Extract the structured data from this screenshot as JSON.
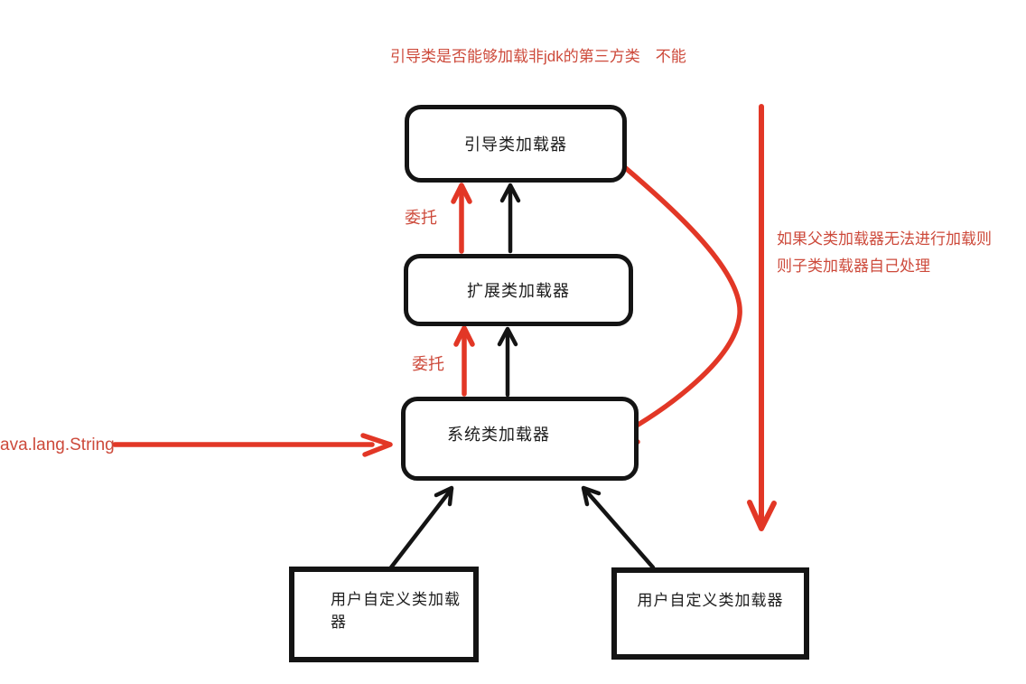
{
  "title_note": {
    "question": "引导类是否能够加载非jdk的第三方类",
    "answer": "不能"
  },
  "boxes": {
    "bootstrap": {
      "label": "引导类加载器"
    },
    "extension": {
      "label": "扩展类加载器"
    },
    "system": {
      "label": "系统类加载器"
    },
    "user_left": {
      "label": "用户自定义类加载器"
    },
    "user_right": {
      "label": "用户自定义类加载器"
    }
  },
  "annotations": {
    "delegate_1": "委托",
    "delegate_2": "委托",
    "class_name": "ava.lang.String",
    "fallback_line1": "如果父类加载器无法进行加载则",
    "fallback_line2": "则子类加载器自己处理"
  },
  "colors": {
    "red": "#e23726",
    "red_text": "#cd4a3b",
    "ink": "#141414",
    "bg": "#ffffff"
  }
}
